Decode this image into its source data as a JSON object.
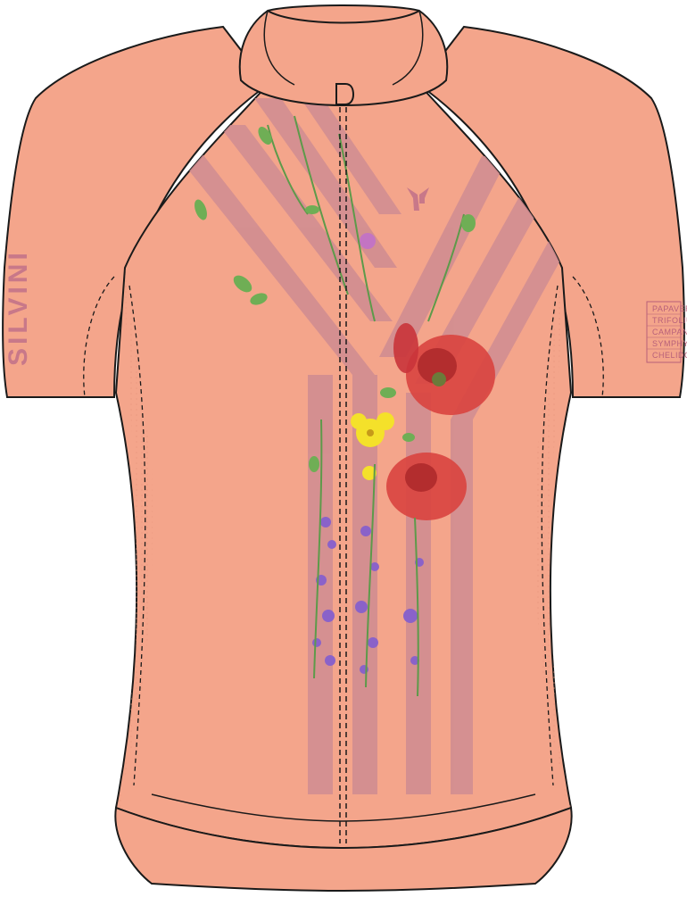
{
  "image": {
    "subject": "cycling-jersey-technical-drawing",
    "colors": {
      "body": "#f4a58b",
      "stripe": "#cf8c92",
      "outline": "#1a1a1a",
      "accent_text": "#b8607a"
    }
  },
  "sleeve_right": {
    "label_lines": [
      "PAPAVER",
      "TRIFOLIUM",
      "CAMPANULA",
      "SYMPHYTUM",
      "CHELIDONIUM"
    ]
  },
  "sleeve_left": {
    "brand_text": "SILVINI"
  }
}
